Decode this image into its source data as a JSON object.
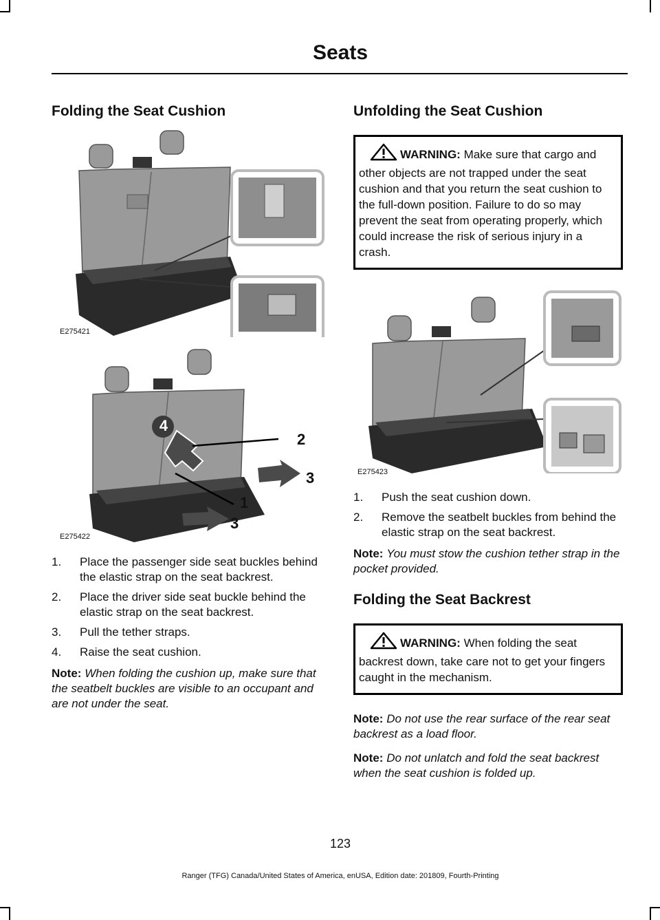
{
  "header": {
    "title": "Seats"
  },
  "left": {
    "heading": "Folding the Seat Cushion",
    "figure1_code": "E275421",
    "figure2_code": "E275422",
    "callouts": [
      "4",
      "2",
      "3",
      "1",
      "3"
    ],
    "steps": [
      {
        "num": "1.",
        "text": "Place the passenger side seat buckles behind the elastic strap on the seat backrest."
      },
      {
        "num": "2.",
        "text": "Place the driver side seat buckle behind the elastic strap on the seat backrest."
      },
      {
        "num": "3.",
        "text": "Pull the tether straps."
      },
      {
        "num": "4.",
        "text": "Raise the seat cushion."
      }
    ],
    "note": {
      "label": "Note:",
      "text": "When folding the cushion up, make sure that the seatbelt buckles are visible to an occupant and are not under the seat."
    }
  },
  "right": {
    "heading1": "Unfolding the Seat Cushion",
    "warning1": {
      "label": "WARNING:",
      "text": "Make sure that cargo and other objects are not trapped under the seat cushion and that you return the seat cushion to the full-down position. Failure to do so may prevent the seat from operating properly, which could increase the risk of serious injury in a crash."
    },
    "figure3_code": "E275423",
    "steps": [
      {
        "num": "1.",
        "text": "Push the seat cushion down."
      },
      {
        "num": "2.",
        "text": "Remove the seatbelt buckles from behind the elastic strap on the seat backrest."
      }
    ],
    "note1": {
      "label": "Note:",
      "text": "You must stow the cushion tether strap in the pocket provided."
    },
    "heading2": "Folding the Seat Backrest",
    "warning2": {
      "label": "WARNING:",
      "text": "When folding the seat backrest down, take care not to get your fingers caught in the mechanism."
    },
    "note2": {
      "label": "Note:",
      "text": "Do not use the rear surface of the rear seat backrest as a load floor."
    },
    "note3": {
      "label": "Note:",
      "text": "Do not unlatch and fold the seat backrest when the seat cushion is folded up."
    }
  },
  "footer": {
    "page_number": "123",
    "text": "Ranger (TFG) Canada/United States of America, enUSA, Edition date: 201809, Fourth-Printing"
  },
  "colors": {
    "text": "#111111",
    "seat_upholstery": "#9a9a9a",
    "seat_cushion": "#2a2a2a",
    "callout_arrow": "#4a4a4a"
  },
  "icons": [
    "warning-triangle-icon"
  ]
}
